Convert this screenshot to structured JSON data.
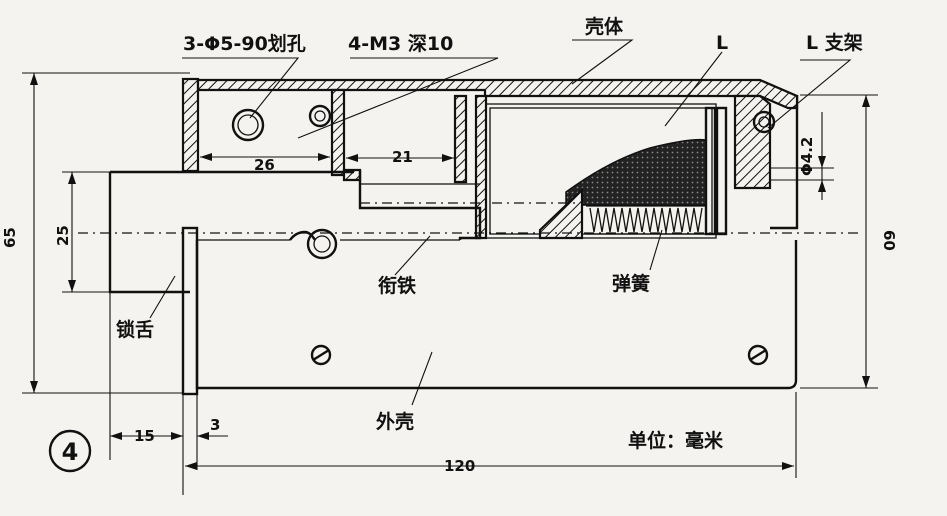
{
  "figure_number": "4",
  "labels": {
    "holes": "3-Φ5-90划孔",
    "tapped": "4-M3 深10",
    "shell_body": "壳体",
    "coil": "L",
    "coil_bracket": "L 支架",
    "armature": "衔铁",
    "spring": "弹簧",
    "bolt": "锁舌",
    "outer_shell": "外壳",
    "unit": "单位：毫米"
  },
  "dimensions": {
    "d26": "26",
    "d21": "21",
    "d65": "65",
    "d25": "25",
    "d60": "60",
    "d42": "Φ4.2",
    "d15": "15",
    "d3": "3",
    "d120": "120"
  }
}
